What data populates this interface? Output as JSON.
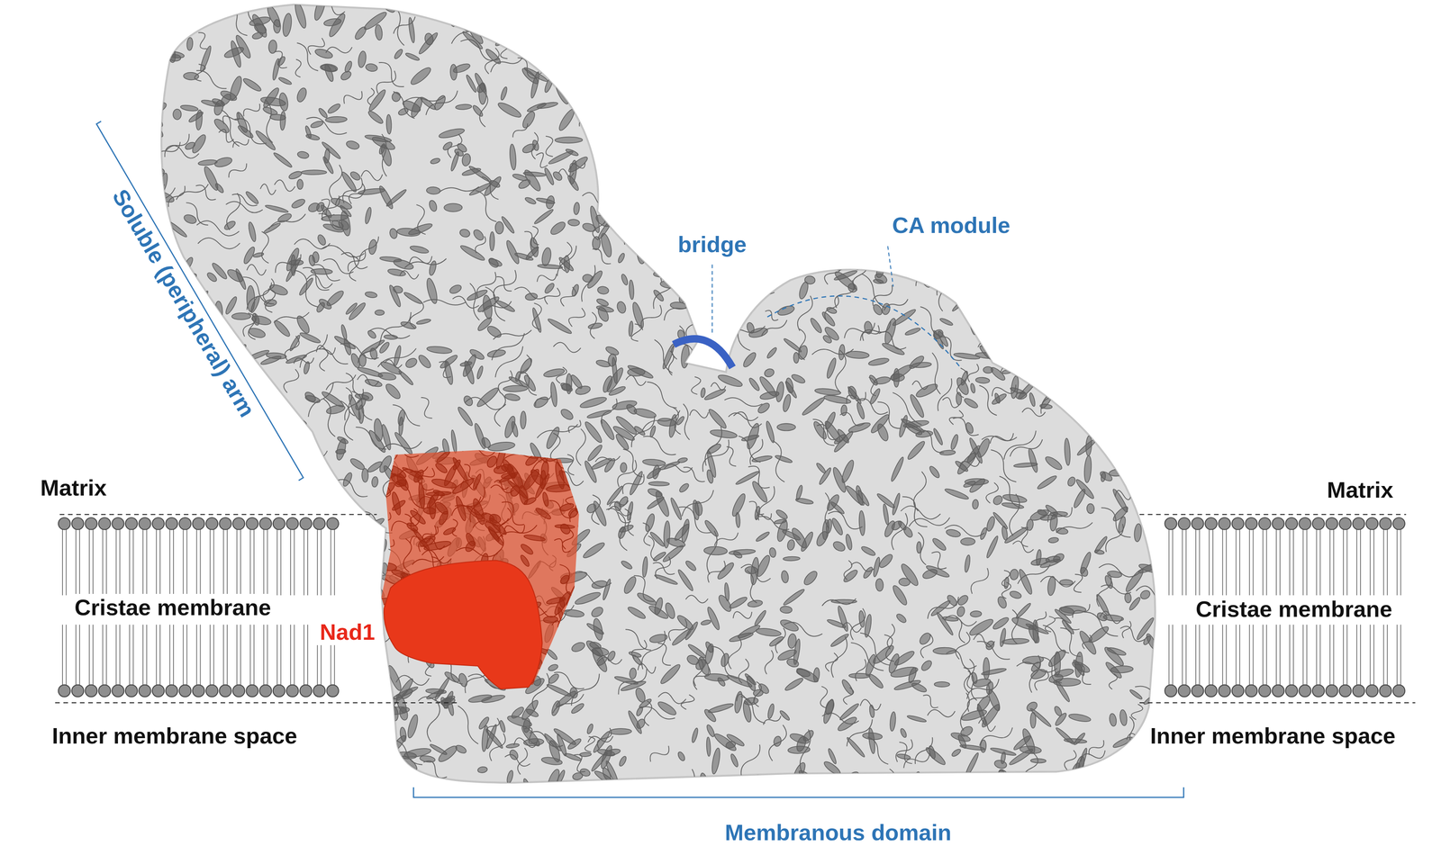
{
  "diagram": {
    "labels": [
      "Soluble (peripheral) arm",
      "bridge",
      "CA module",
      "Matrix",
      "Cristae membrane",
      "Nad1",
      "Inner membrane space",
      "Matrix",
      "Cristae membrane",
      "Inner membrane space",
      "Membranous domain"
    ]
  }
}
